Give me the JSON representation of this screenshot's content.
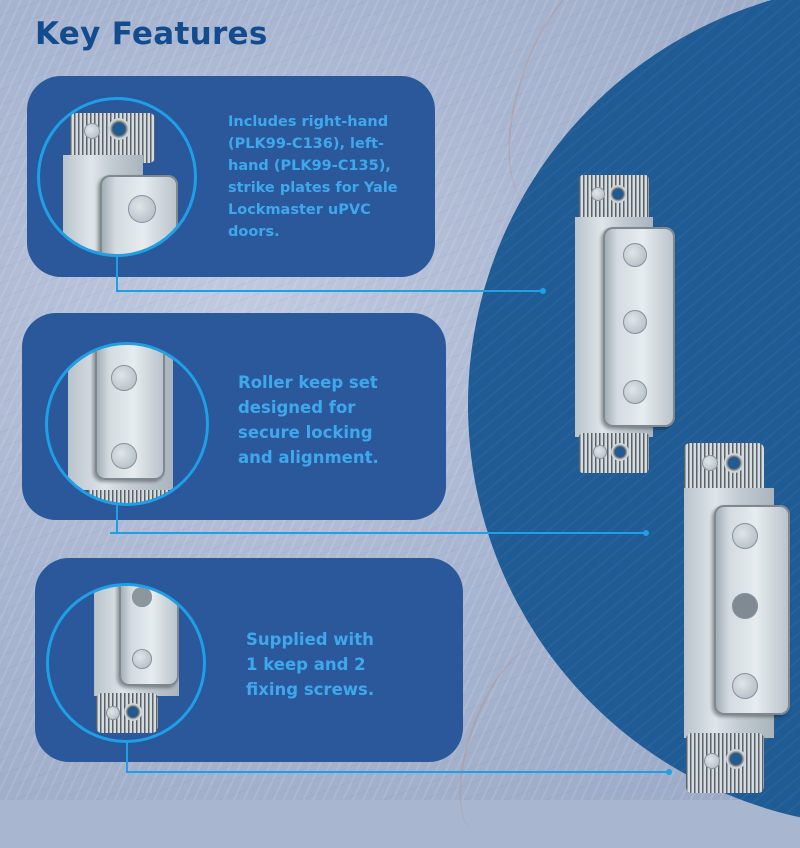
{
  "page": {
    "title": "Key Features",
    "colors": {
      "title": "#134c8e",
      "card_bg": "#2a589b",
      "accent_text": "#3fa8ec",
      "accent_line": "#1e9fe6",
      "big_circle": "#1f5b94",
      "background": "#a9b6d0"
    }
  },
  "features": [
    {
      "text": "Includes right-hand (PLK99-C136), left-hand (PLK99-C135), strike plates for Yale Lockmaster uPVC doors.",
      "lines": [
        "Includes right-hand",
        "(PLK99-C136), left-",
        "hand (PLK99-C135),",
        "strike plates for Yale",
        "Lockmaster uPVC",
        "doors."
      ],
      "image": "strike-plate-top-closeup"
    },
    {
      "text": "Roller keep set designed for secure locking and alignment.",
      "lines": [
        "Roller keep set",
        "designed for",
        "secure locking",
        "and alignment."
      ],
      "image": "strike-plate-middle-closeup"
    },
    {
      "text": "Supplied with 1 keep and 2 fixing screws.",
      "lines": [
        "Supplied with",
        "1 keep and 2",
        "fixing screws."
      ],
      "image": "strike-plate-bottom-closeup"
    }
  ],
  "products": [
    {
      "name": "right-hand strike plate",
      "image": "strike-plate-upper"
    },
    {
      "name": "left-hand strike plate",
      "image": "strike-plate-lower"
    }
  ]
}
